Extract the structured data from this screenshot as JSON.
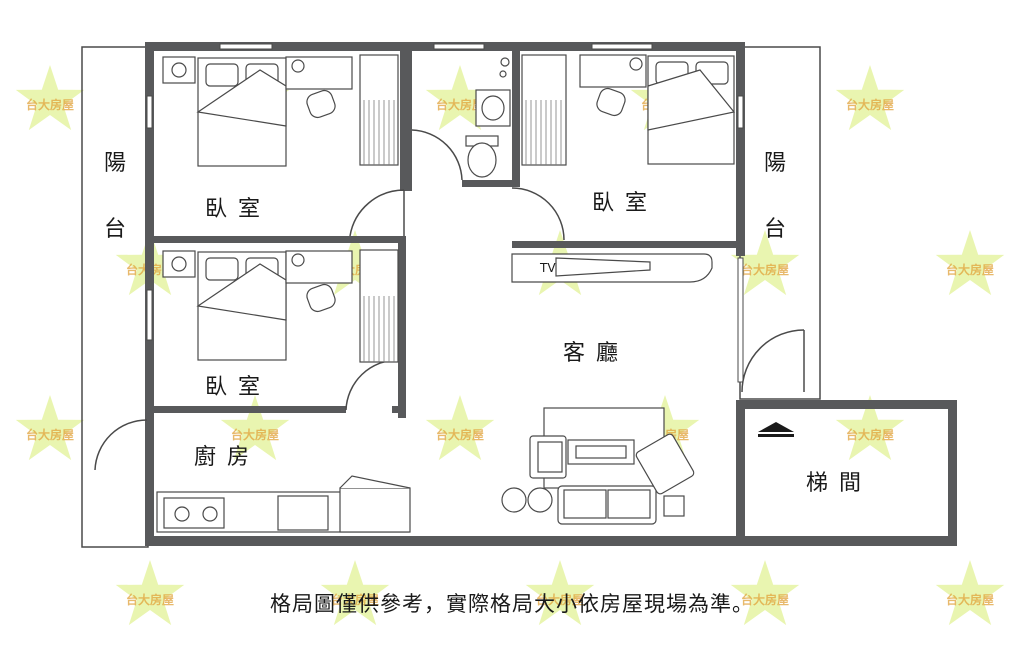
{
  "rooms": {
    "bedroom_top_left": "臥  室",
    "bedroom_top_right": "臥  室",
    "bedroom_mid_left": "臥  室",
    "living_room": "客  廳",
    "kitchen": "廚  房",
    "stairwell": "梯  間",
    "balcony_left_1": "陽",
    "balcony_left_2": "台",
    "balcony_right_1": "陽",
    "balcony_right_2": "台"
  },
  "tv_label": "TV",
  "caption": "格局圖僅供參考，實際格局大小依房屋現場為準。",
  "watermark": {
    "text": "台大房屋",
    "star_color": "#e9f5b0",
    "text_color": "#e0a23a"
  },
  "colors": {
    "wall": "#58595b",
    "line": "#4a4a4a"
  }
}
